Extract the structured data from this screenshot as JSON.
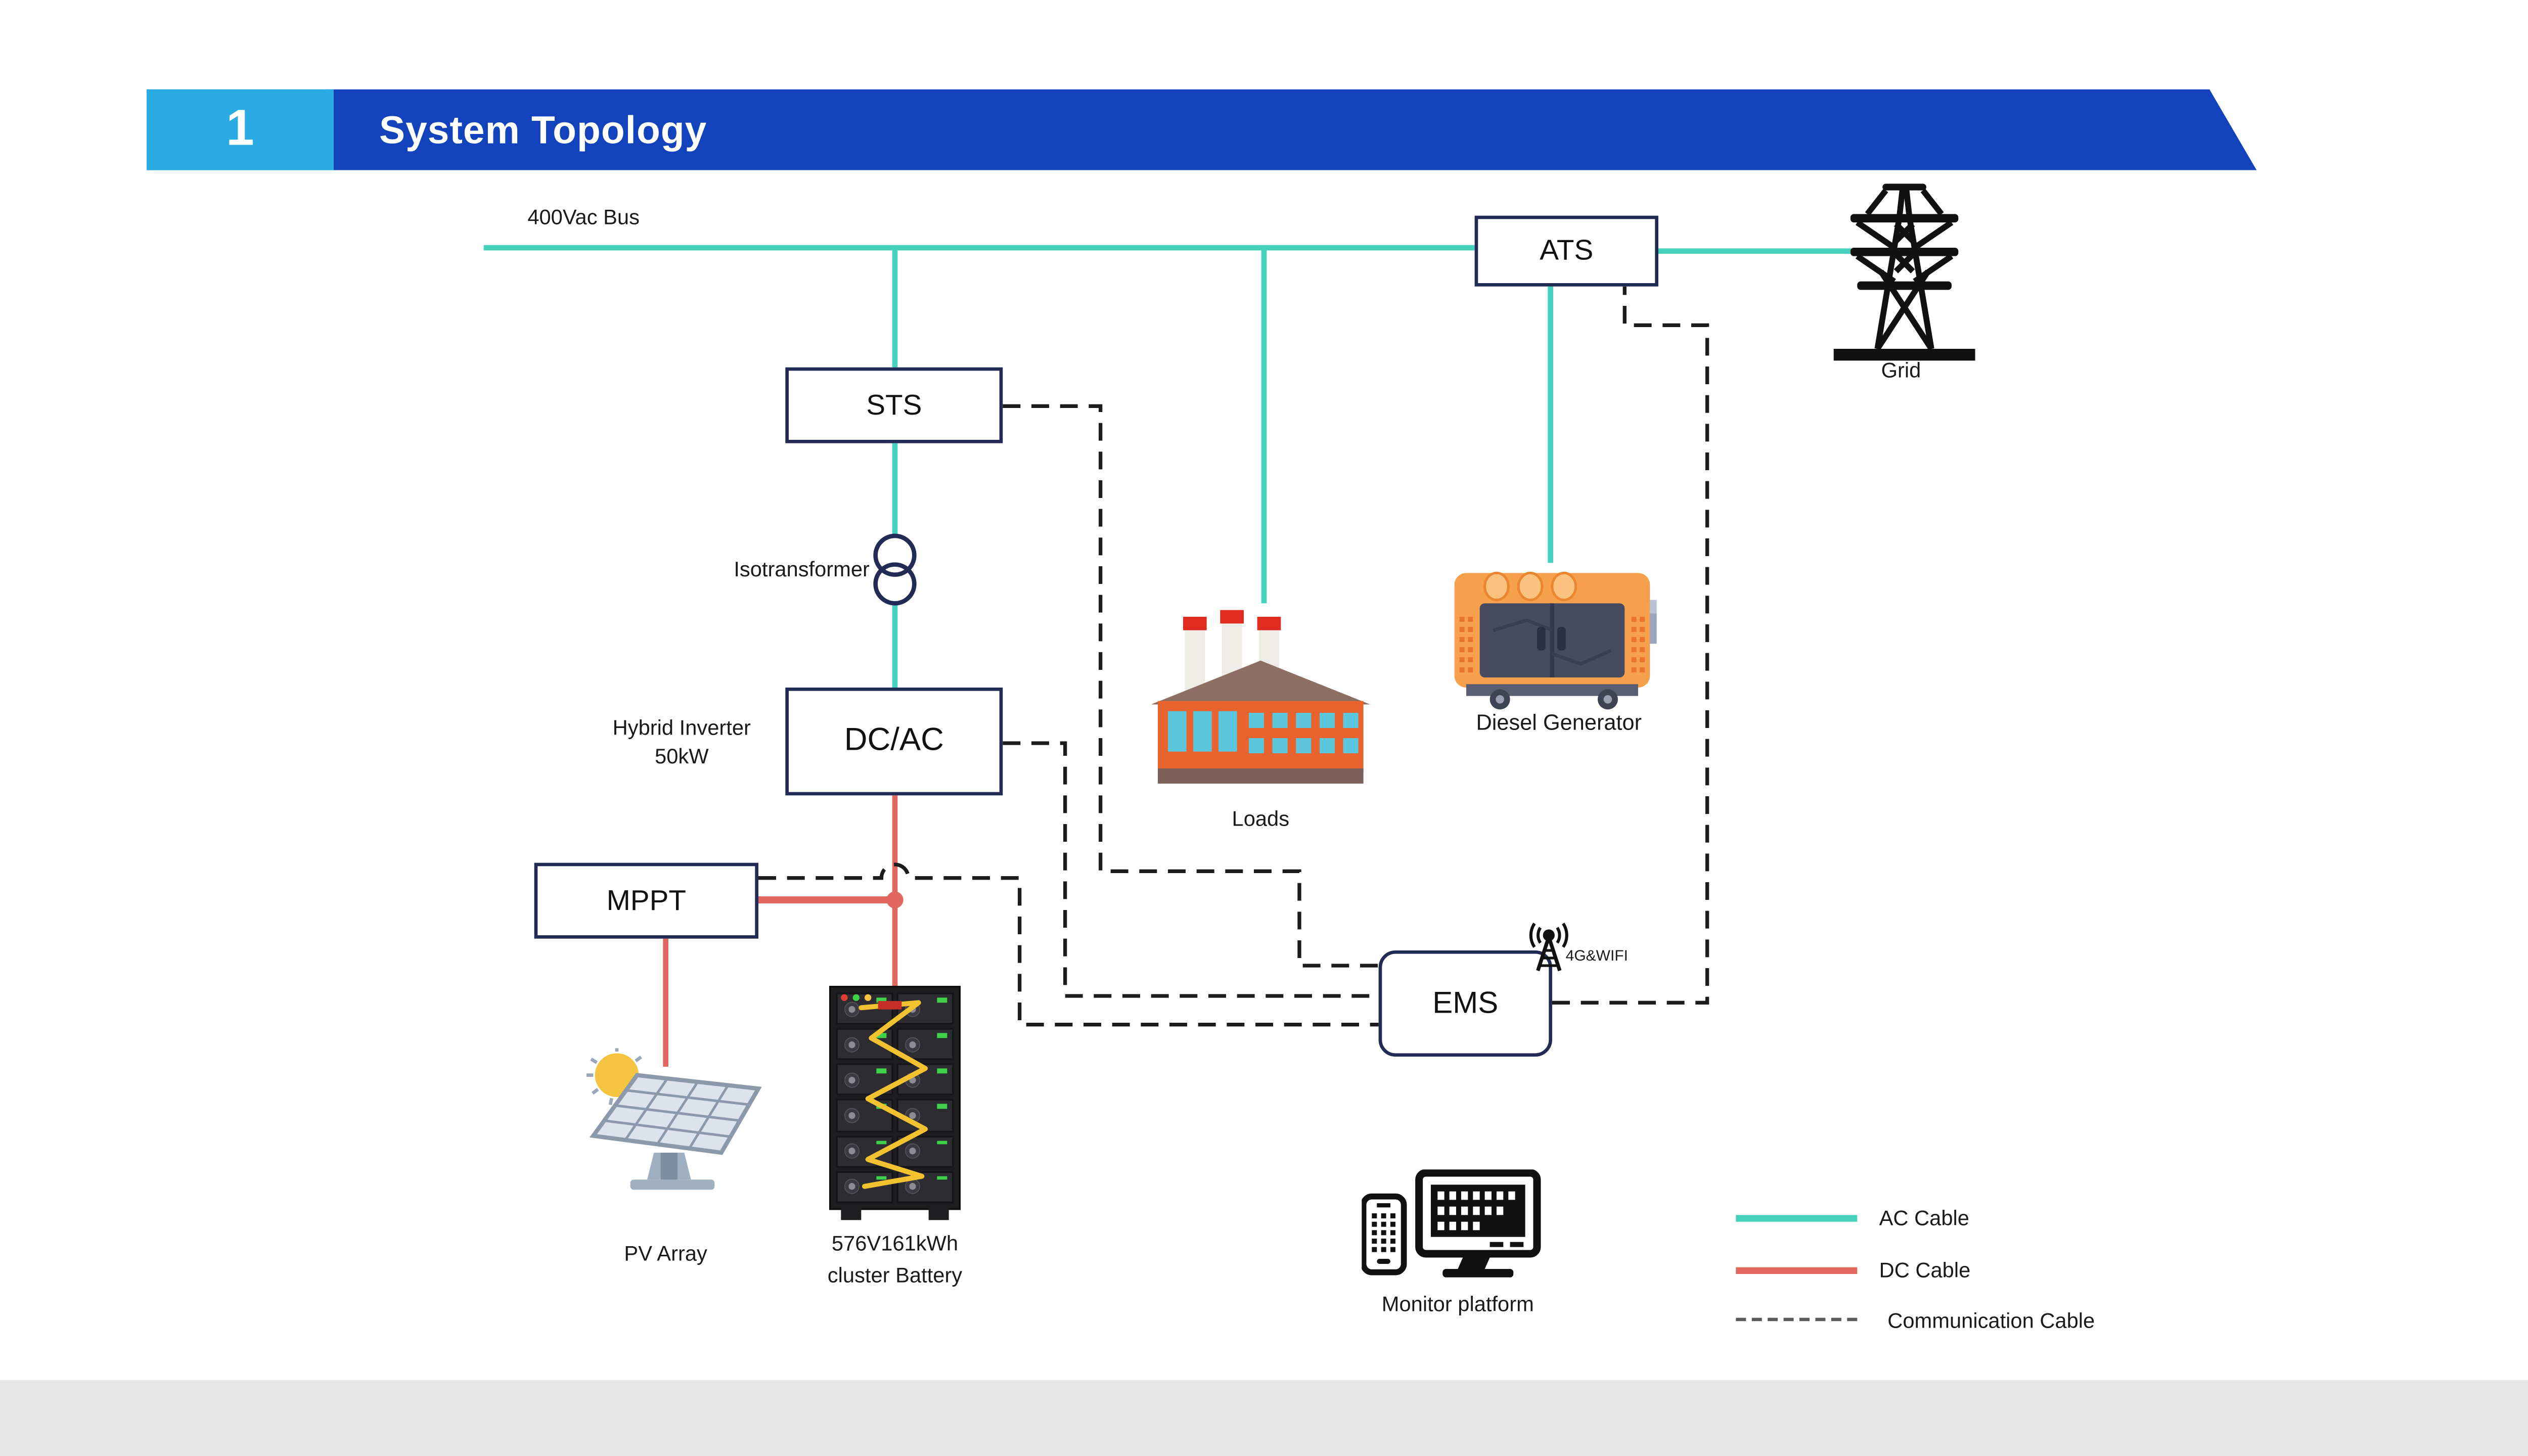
{
  "header": {
    "number": "1",
    "title": "System Topology"
  },
  "bus": {
    "label": "400Vac Bus"
  },
  "nodes": {
    "ats": "ATS",
    "sts": "STS",
    "dcac": "DC/AC",
    "mppt": "MPPT",
    "ems": "EMS",
    "isotransformer": "Isotransformer",
    "hybrid_inverter_line1": "Hybrid Inverter",
    "hybrid_inverter_line2": "50kW",
    "grid": "Grid",
    "loads": "Loads",
    "diesel_generator": "Diesel Generator",
    "pv_array": "PV Array",
    "battery_line1": "576V161kWh",
    "battery_line2": "cluster Battery",
    "wireless": "4G&WIFI",
    "monitor_platform": "Monitor platform"
  },
  "legend": {
    "ac": "AC Cable",
    "dc": "DC Cable",
    "comm": "Communication Cable"
  },
  "colors": {
    "ac_cable": "#45D1BB",
    "dc_cable": "#E2685F",
    "comm_cable": "#1c1c1c",
    "box_border": "#222B54",
    "banner_blue": "#1243BC",
    "banner_accent": "#29ABE3",
    "footer_band": "#E7E7E7"
  }
}
